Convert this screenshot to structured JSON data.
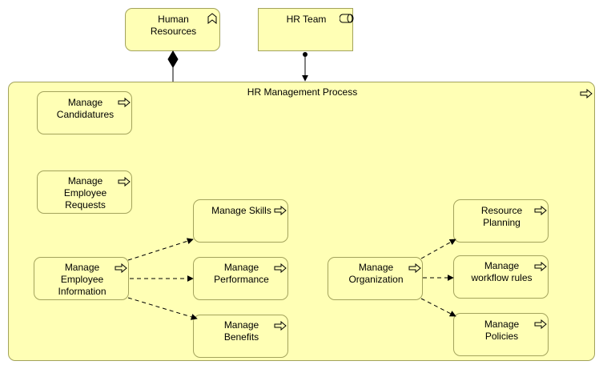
{
  "nodes": {
    "human_resources": {
      "label": "Human\nResources",
      "icon": "business-function-icon"
    },
    "hr_team": {
      "label": "HR Team",
      "icon": "business-role-icon"
    },
    "hr_management_process": {
      "label": "HR Management Process",
      "icon": "process-arrow-icon"
    },
    "manage_candidatures": {
      "label": "Manage\nCandidatures",
      "icon": "process-arrow-icon"
    },
    "manage_employee_requests": {
      "label": "Manage\nEmployee\nRequests",
      "icon": "process-arrow-icon"
    },
    "manage_employee_information": {
      "label": "Manage\nEmployee\nInformation",
      "icon": "process-arrow-icon"
    },
    "manage_skills": {
      "label": "Manage Skills",
      "icon": "process-arrow-icon"
    },
    "manage_performance": {
      "label": "Manage\nPerformance",
      "icon": "process-arrow-icon"
    },
    "manage_benefits": {
      "label": "Manage\nBenefits",
      "icon": "process-arrow-icon"
    },
    "manage_organization": {
      "label": "Manage\nOrganization",
      "icon": "process-arrow-icon"
    },
    "resource_planning": {
      "label": "Resource\nPlanning",
      "icon": "process-arrow-icon"
    },
    "manage_workflow_rules": {
      "label": "Manage\nworkflow rules",
      "icon": "process-arrow-icon"
    },
    "manage_policies": {
      "label": "Manage\nPolicies",
      "icon": "process-arrow-icon"
    }
  },
  "edges": [
    {
      "from": "human_resources",
      "to": "hr_management_process",
      "type": "composition"
    },
    {
      "from": "hr_team",
      "to": "hr_management_process",
      "type": "assignment"
    },
    {
      "from": "manage_employee_information",
      "to": "manage_skills",
      "type": "flow"
    },
    {
      "from": "manage_employee_information",
      "to": "manage_performance",
      "type": "flow"
    },
    {
      "from": "manage_employee_information",
      "to": "manage_benefits",
      "type": "flow"
    },
    {
      "from": "manage_organization",
      "to": "resource_planning",
      "type": "flow"
    },
    {
      "from": "manage_organization",
      "to": "manage_workflow_rules",
      "type": "flow"
    },
    {
      "from": "manage_organization",
      "to": "manage_policies",
      "type": "flow"
    }
  ],
  "colors": {
    "fill": "#ffffb5",
    "stroke": "#a3a35c",
    "line": "#000000"
  }
}
